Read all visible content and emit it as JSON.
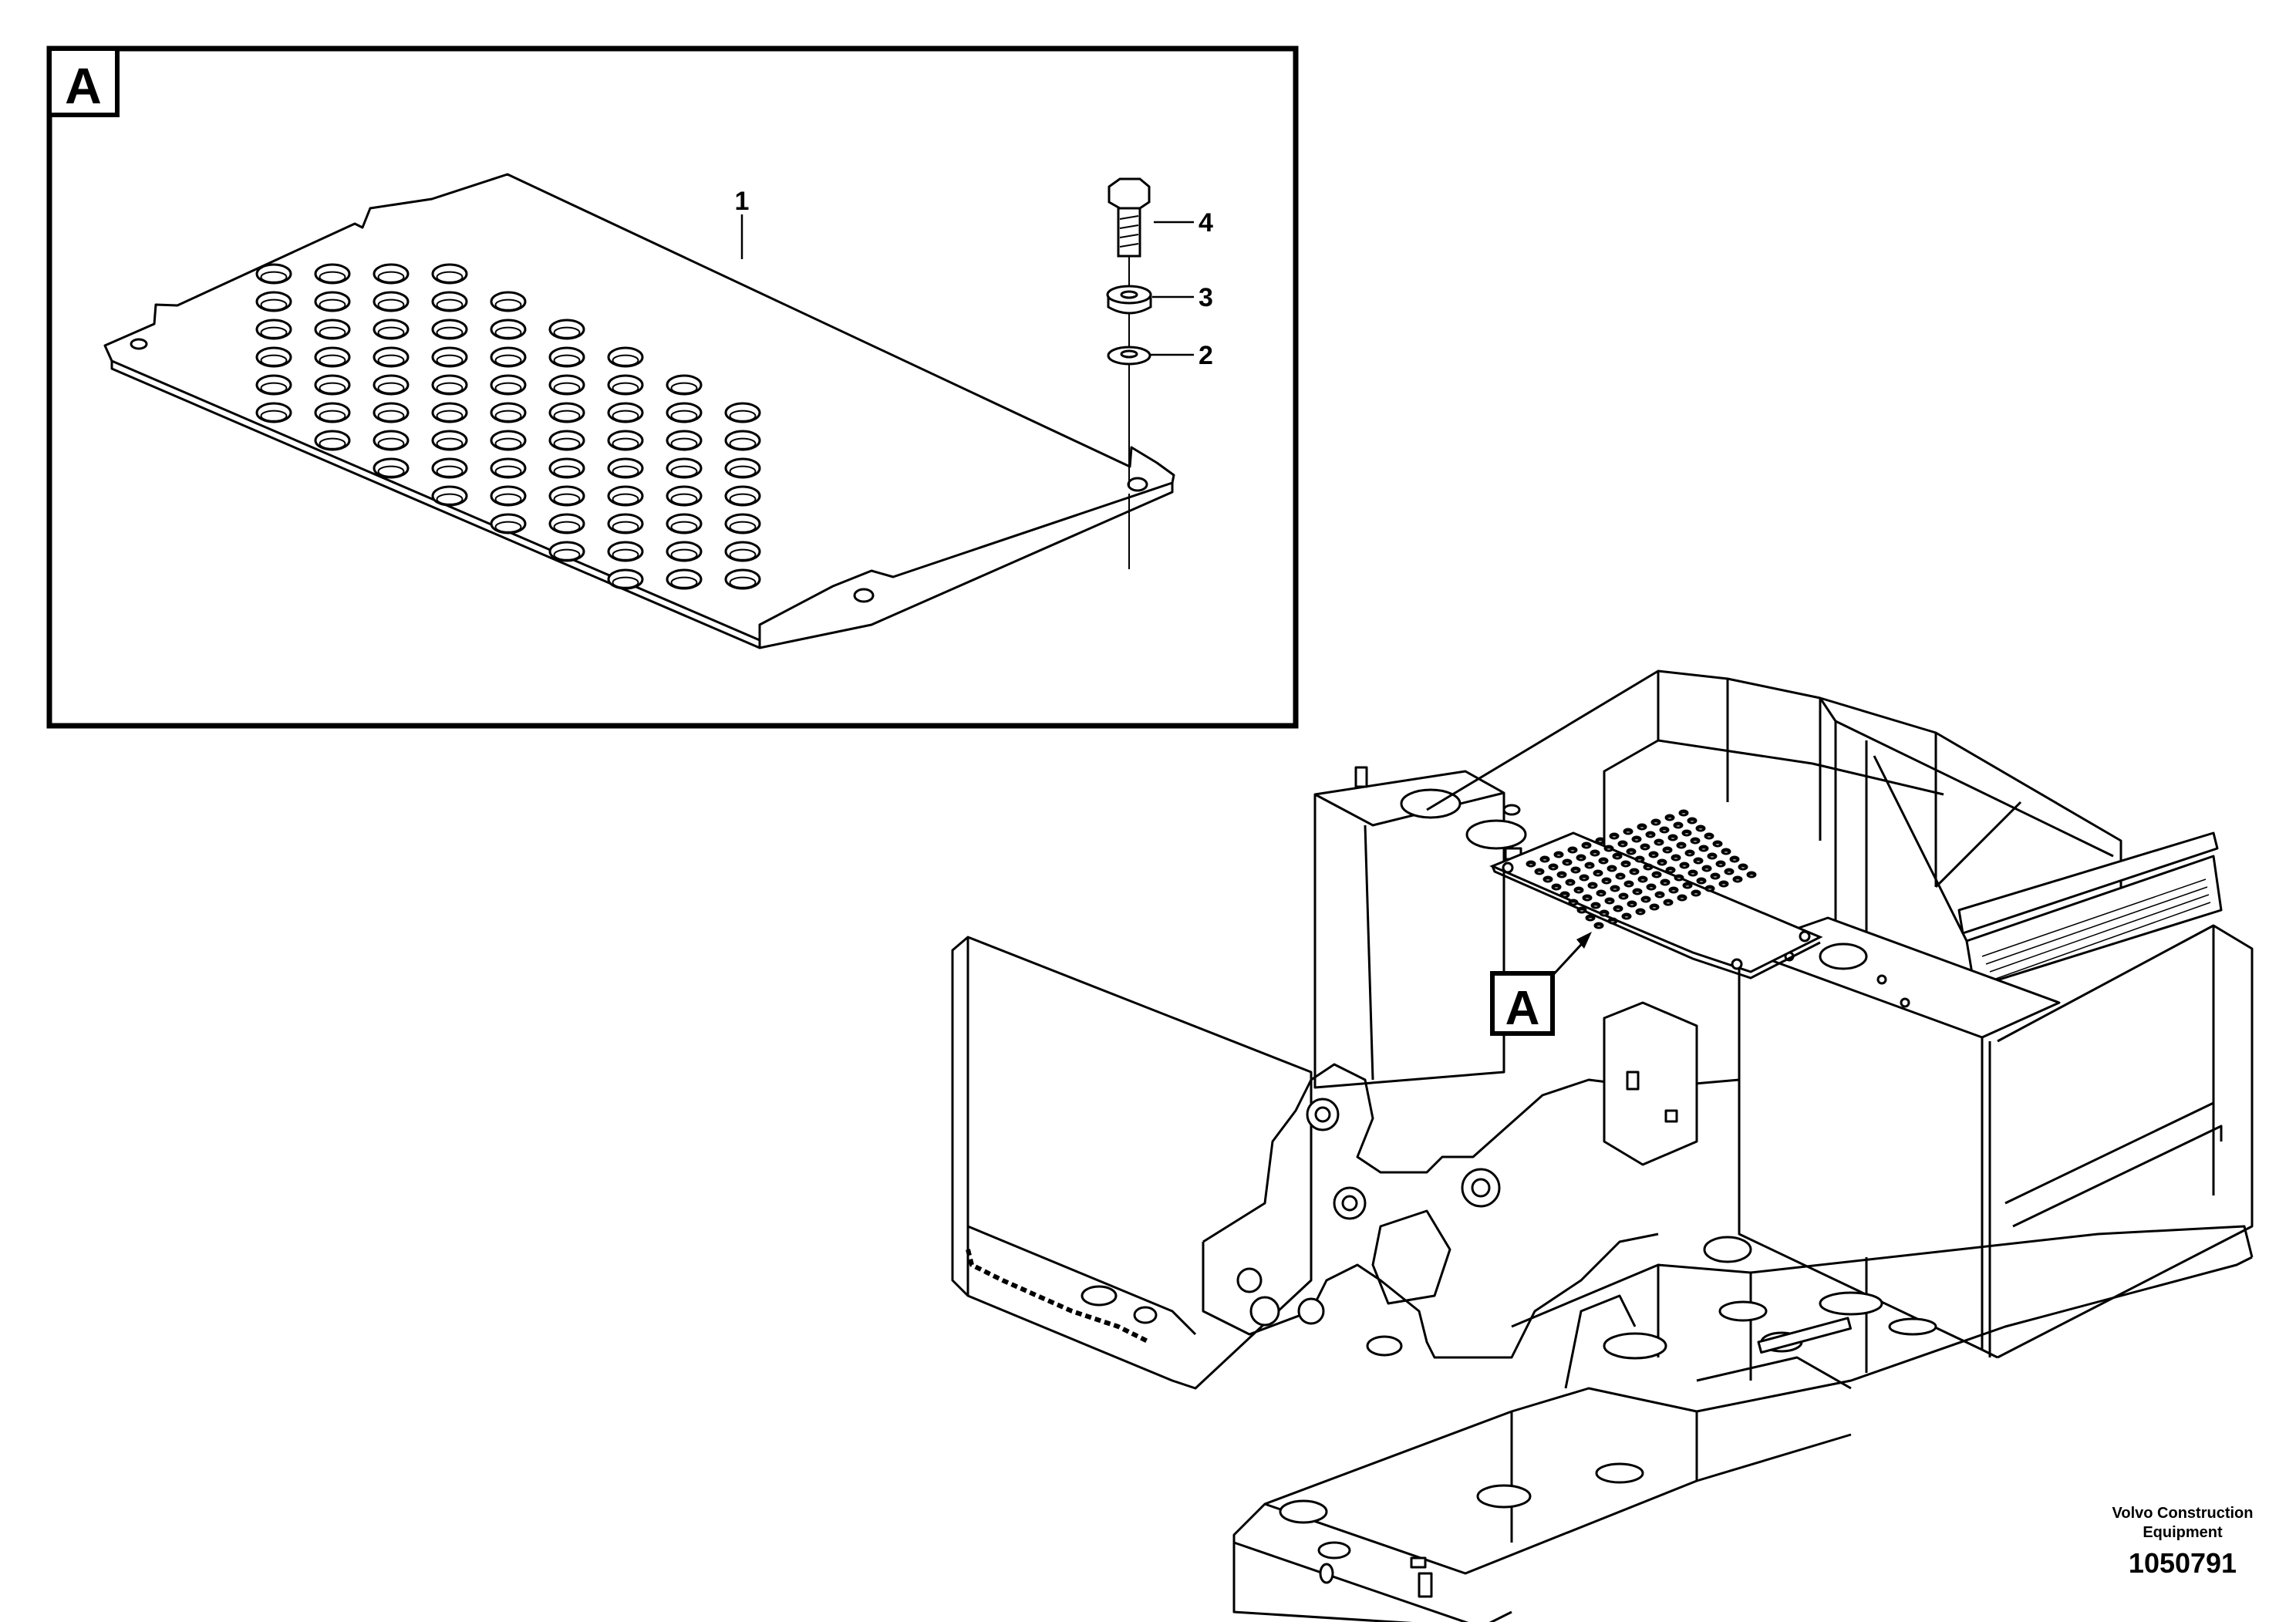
{
  "detail_view": {
    "label": "A",
    "callouts": [
      {
        "number": "1",
        "part": "perforated-cover-plate"
      },
      {
        "number": "2",
        "part": "washer"
      },
      {
        "number": "3",
        "part": "spacer"
      },
      {
        "number": "4",
        "part": "bolt"
      }
    ]
  },
  "main_view": {
    "view_label": "A"
  },
  "footer": {
    "brand_line1": "Volvo Construction",
    "brand_line2": "Equipment",
    "document_number": "1050791"
  }
}
